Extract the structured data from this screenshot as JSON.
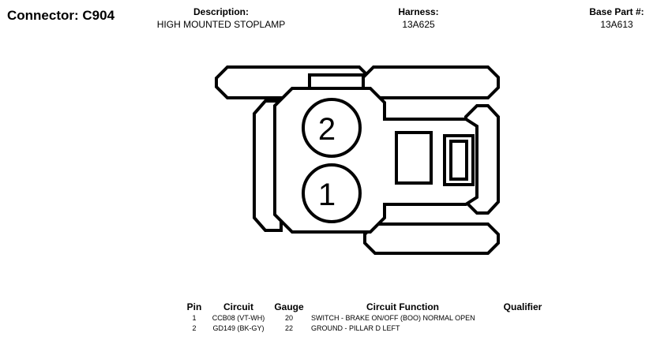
{
  "header": {
    "connector_title": "Connector: C904",
    "description_label": "Description:",
    "description_value": "HIGH MOUNTED STOPLAMP",
    "harness_label": "Harness:",
    "harness_value": "13A625",
    "base_part_label": "Base Part #:",
    "base_part_value": "13A613"
  },
  "connector_face": {
    "pin_labels": [
      "2",
      "1"
    ]
  },
  "pin_table": {
    "headers": {
      "pin": "Pin",
      "circuit": "Circuit",
      "gauge": "Gauge",
      "function": "Circuit Function",
      "qualifier": "Qualifier"
    },
    "rows": [
      {
        "pin": "1",
        "circuit": "CCB08 (VT-WH)",
        "gauge": "20",
        "function": "SWITCH - BRAKE ON/OFF (BOO) NORMAL OPEN",
        "qualifier": ""
      },
      {
        "pin": "2",
        "circuit": "GD149 (BK-GY)",
        "gauge": "22",
        "function": "GROUND - PILLAR D LEFT",
        "qualifier": ""
      }
    ]
  }
}
